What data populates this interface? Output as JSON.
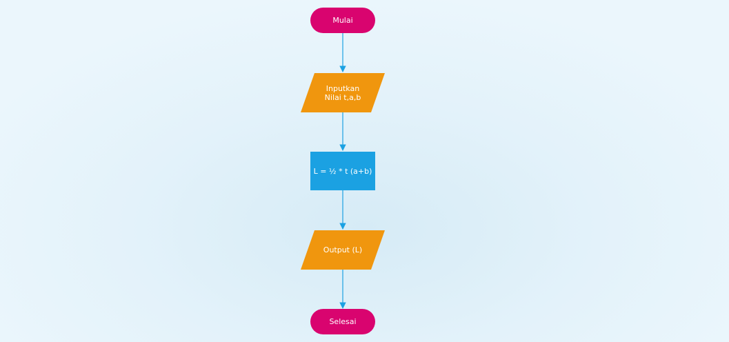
{
  "diagram": {
    "nodes": [
      {
        "id": "start",
        "shape": "terminal",
        "label": "Mulai"
      },
      {
        "id": "input",
        "shape": "parallelogram",
        "label": "Inputkan\nNilai t,a,b"
      },
      {
        "id": "process",
        "shape": "rectangle",
        "label": "L = ½ * t (a+b)"
      },
      {
        "id": "output",
        "shape": "parallelogram",
        "label": "Output (L)"
      },
      {
        "id": "end",
        "shape": "terminal",
        "label": "Selesai"
      }
    ],
    "edges": [
      {
        "from": "start",
        "to": "input"
      },
      {
        "from": "input",
        "to": "process"
      },
      {
        "from": "process",
        "to": "output"
      },
      {
        "from": "output",
        "to": "end"
      }
    ],
    "colors": {
      "terminal": "#d9046f",
      "io": "#f0960e",
      "process": "#1ba1e2",
      "connector": "#1ba1e2",
      "text": "#ffffff"
    }
  }
}
